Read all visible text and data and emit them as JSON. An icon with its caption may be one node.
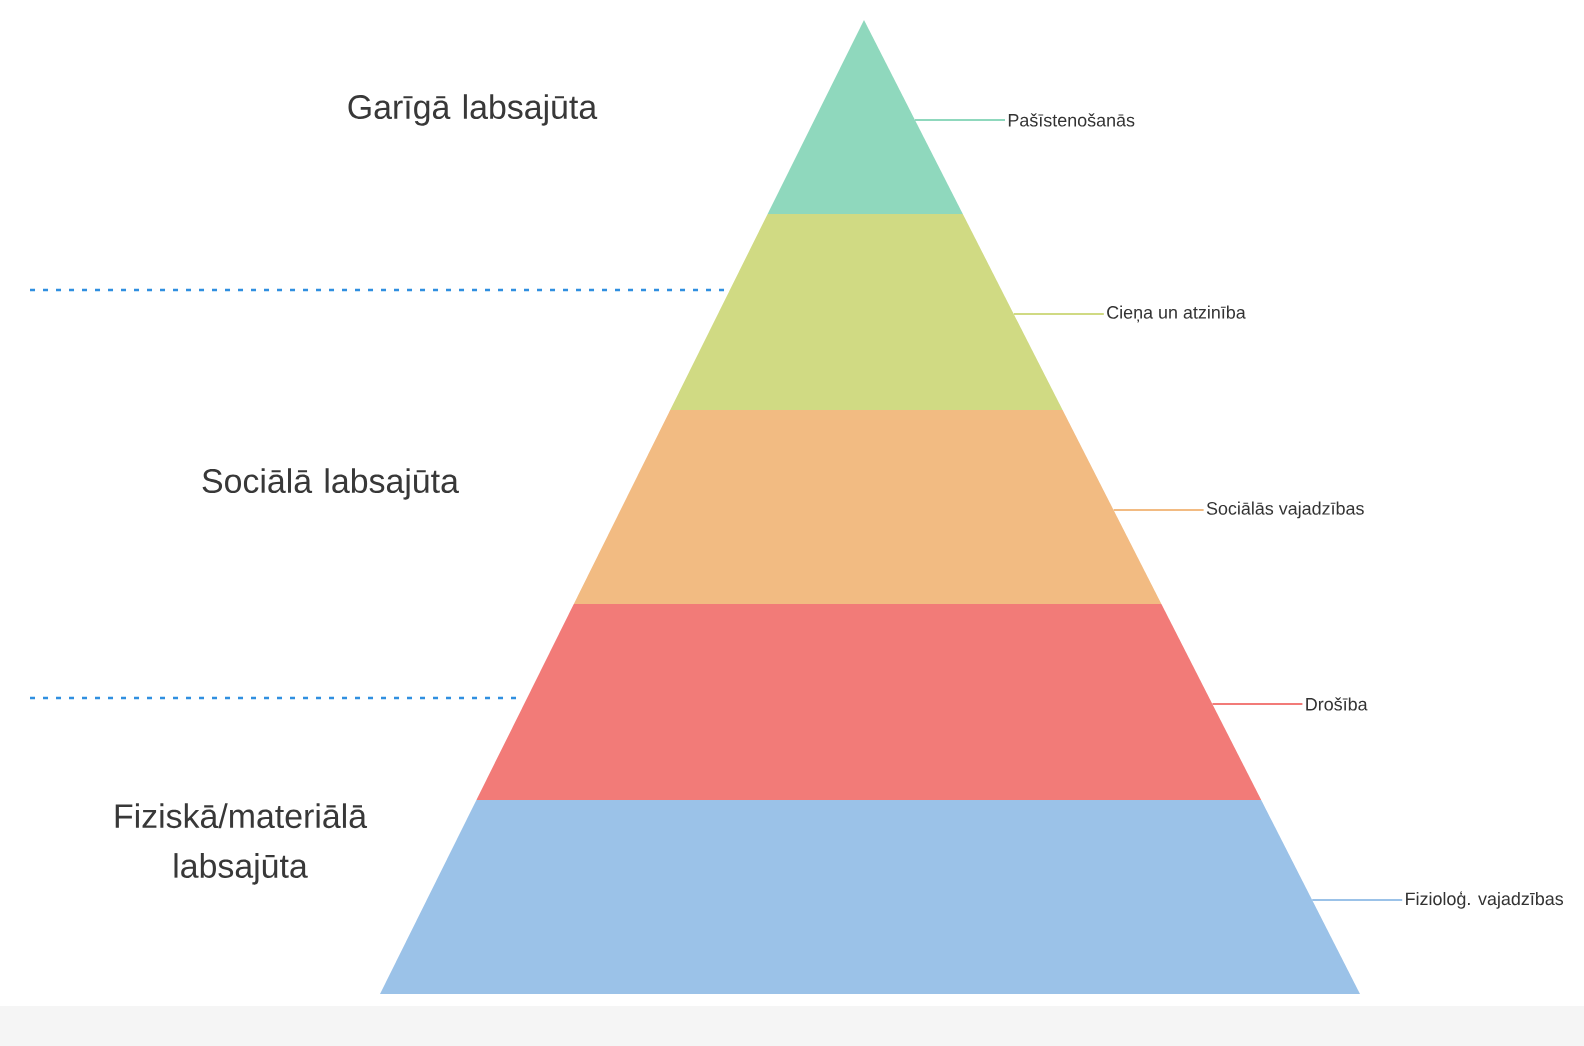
{
  "diagram": {
    "nodes": [
      {
        "text": [],
        "shape": "triangle"
      },
      {
        "text": [],
        "shape": "trapezoid"
      },
      {
        "text": [],
        "shape": "trapezoid"
      },
      {
        "text": [],
        "shape": "trapezoid"
      },
      {
        "text": [],
        "shape": "trapezoid"
      },
      {
        "text": [
          "Pašīstenošanās"
        ]
      },
      {
        "text": [
          "Cieņa un atzinība"
        ]
      },
      {
        "text": [
          "Sociālās vajadzības"
        ]
      },
      {
        "text": [
          "Drošība"
        ]
      },
      {
        "text": [
          "Fizioloģ. vajadzības"
        ]
      }
    ],
    "edges": [
      {
        "from": 5,
        "to": 0,
        "arrow": "none",
        "color": "#8fd8bd"
      },
      {
        "from": 6,
        "to": 1,
        "arrow": "none",
        "color": "#d0da83"
      },
      {
        "from": 7,
        "to": 2,
        "arrow": "none",
        "color": "#f2bb82"
      },
      {
        "from": 8,
        "to": 3,
        "arrow": "none",
        "color": "#f27b78"
      },
      {
        "from": 9,
        "to": 4,
        "arrow": "none",
        "color": "#9bc2e8"
      }
    ],
    "labels": [
      "Garīgā labsajūta",
      "Sociālā labsajūta",
      "Fiziskā/materiālā labsajūta"
    ]
  }
}
